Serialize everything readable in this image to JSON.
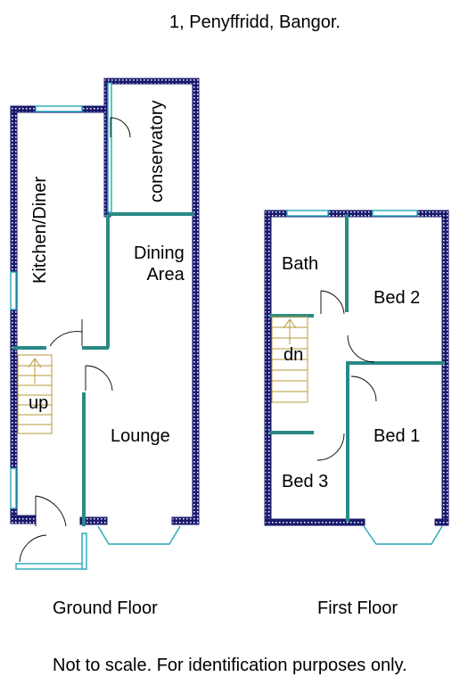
{
  "title": "1, Penyffridd, Bangor.",
  "ground_floor": {
    "caption": "Ground Floor",
    "rooms": {
      "kitchen": "Kitchen/Diner",
      "conservatory": "conservatory",
      "dining": "Dining\nArea",
      "lounge": "Lounge",
      "stairs": "up"
    }
  },
  "first_floor": {
    "caption": "First Floor",
    "rooms": {
      "bath": "Bath",
      "bed2": "Bed 2",
      "bed1": "Bed 1",
      "bed3": "Bed 3",
      "stairs": "dn"
    }
  },
  "disclaimer": "Not to scale. For identification purposes only.",
  "colors": {
    "outer_wall": "#1a1a6e",
    "inner_wall": "#2a8a86",
    "window": "#22a9b8",
    "stairs": "#b89a3a"
  }
}
